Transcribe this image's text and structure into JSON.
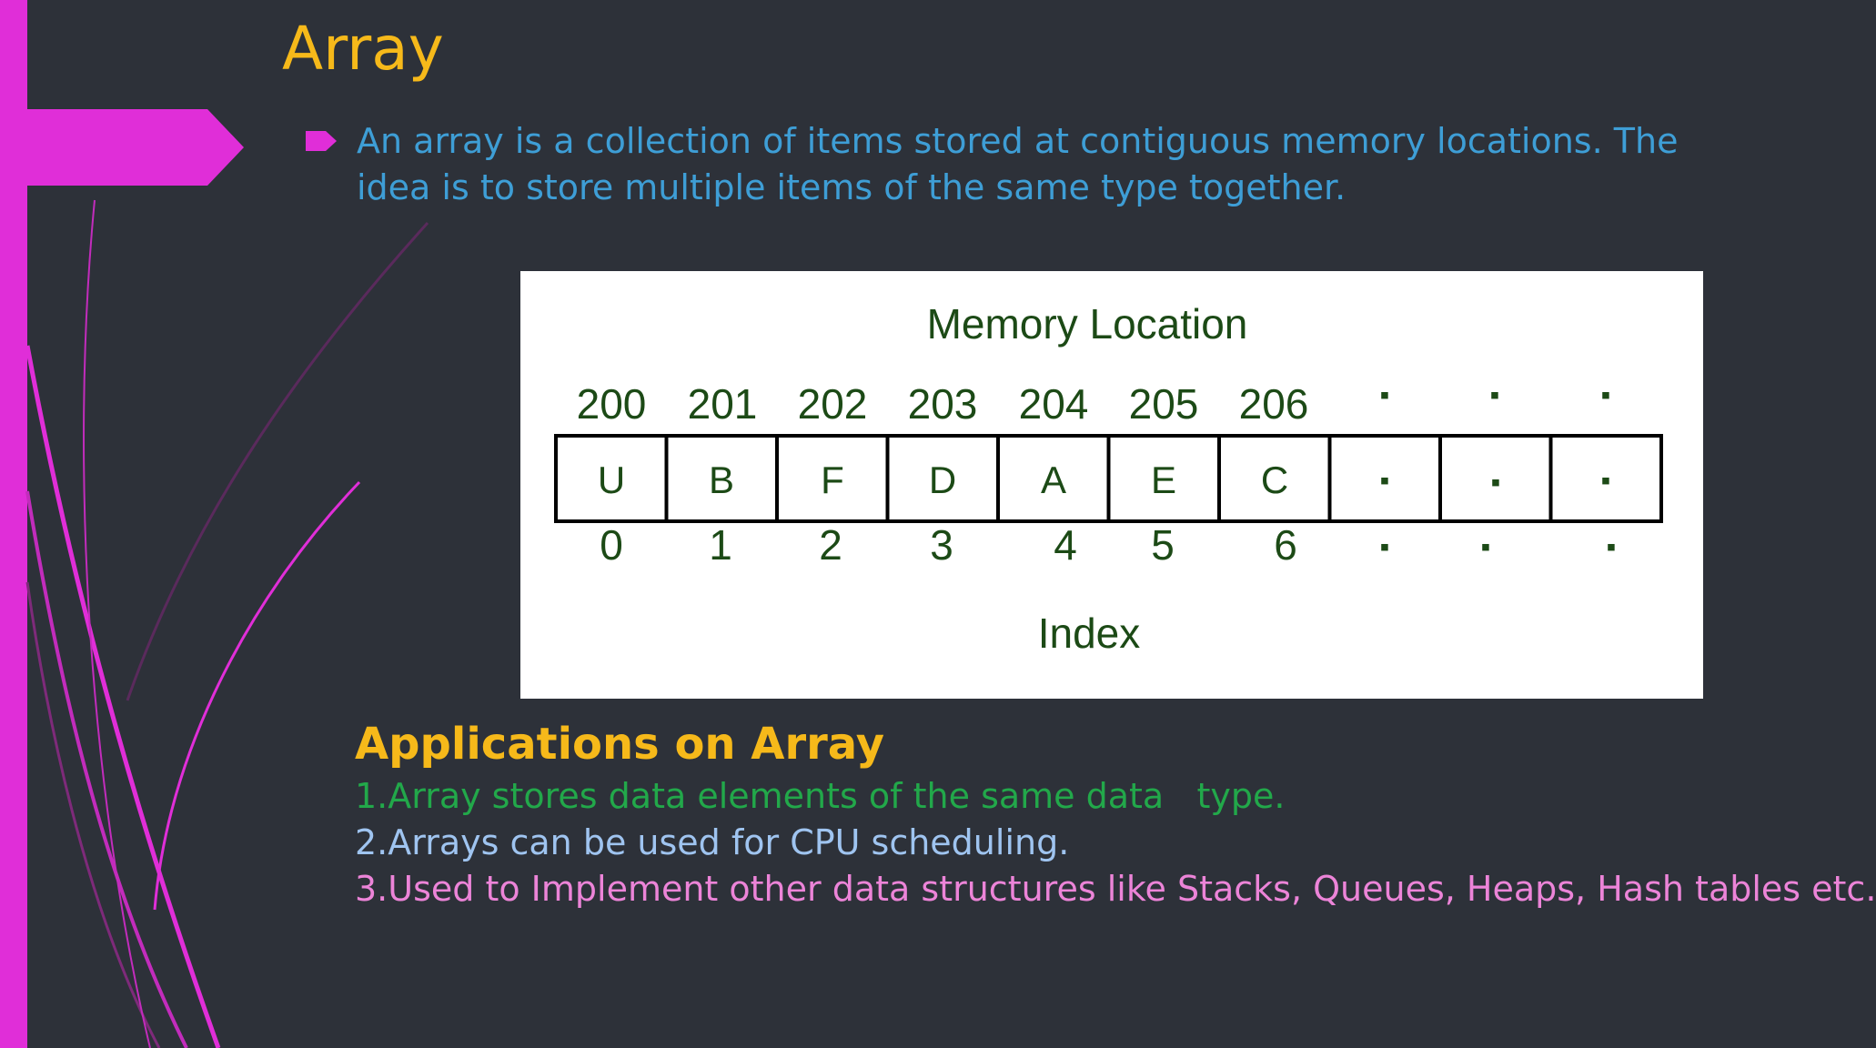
{
  "slide": {
    "title": "Array",
    "bullet": "An array is a collection of items stored at contiguous memory locations. The idea is to store multiple items of the same type together."
  },
  "diagram": {
    "title": "Memory Location",
    "addresses": [
      "200",
      "201",
      "202",
      "203",
      "204",
      "205",
      "206",
      "▪",
      "▪",
      "▪"
    ],
    "cells": [
      "U",
      "B",
      "F",
      "D",
      "A",
      "E",
      "C",
      "▪",
      "▪",
      "▪"
    ],
    "indices": [
      "0",
      "1",
      "2",
      "3",
      "4",
      "5",
      "6",
      "▪",
      "▪",
      "▪"
    ],
    "index_label": "Index"
  },
  "applications": {
    "heading": "Applications on Array",
    "items": [
      "1.Array stores data elements of the same data   type.",
      "2.Arrays can be used for CPU scheduling.",
      "3.Used to Implement other data structures like Stacks, Queues, Heaps, Hash tables etc."
    ]
  },
  "colors": {
    "background": "#2d3139",
    "accent": "#e02ed8",
    "title": "#f6b91a",
    "bullet_text": "#3e9ed6",
    "diagram_text": "#1c4a16"
  }
}
